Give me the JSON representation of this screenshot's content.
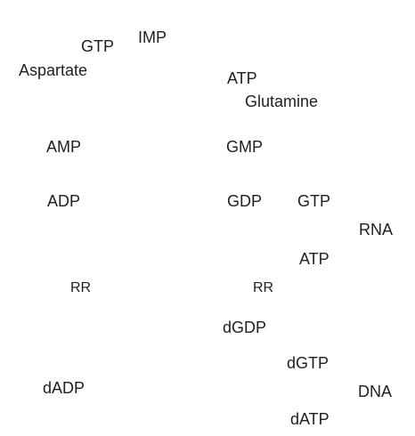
{
  "labels": {
    "imp": "IMP",
    "gtp_top": "GTP",
    "aspartate": "Aspartate",
    "atp_top": "ATP",
    "glutamine": "Glutamine",
    "amp": "AMP",
    "gmp": "GMP",
    "adp": "ADP",
    "gdp": "GDP",
    "gtp_mid": "GTP",
    "rna": "RNA",
    "atp_mid": "ATP",
    "rr_left": "RR",
    "rr_right": "RR",
    "dgdp": "dGDP",
    "dgtp": "dGTP",
    "dadp": "dADP",
    "dna": "DNA",
    "datp": "dATP"
  }
}
